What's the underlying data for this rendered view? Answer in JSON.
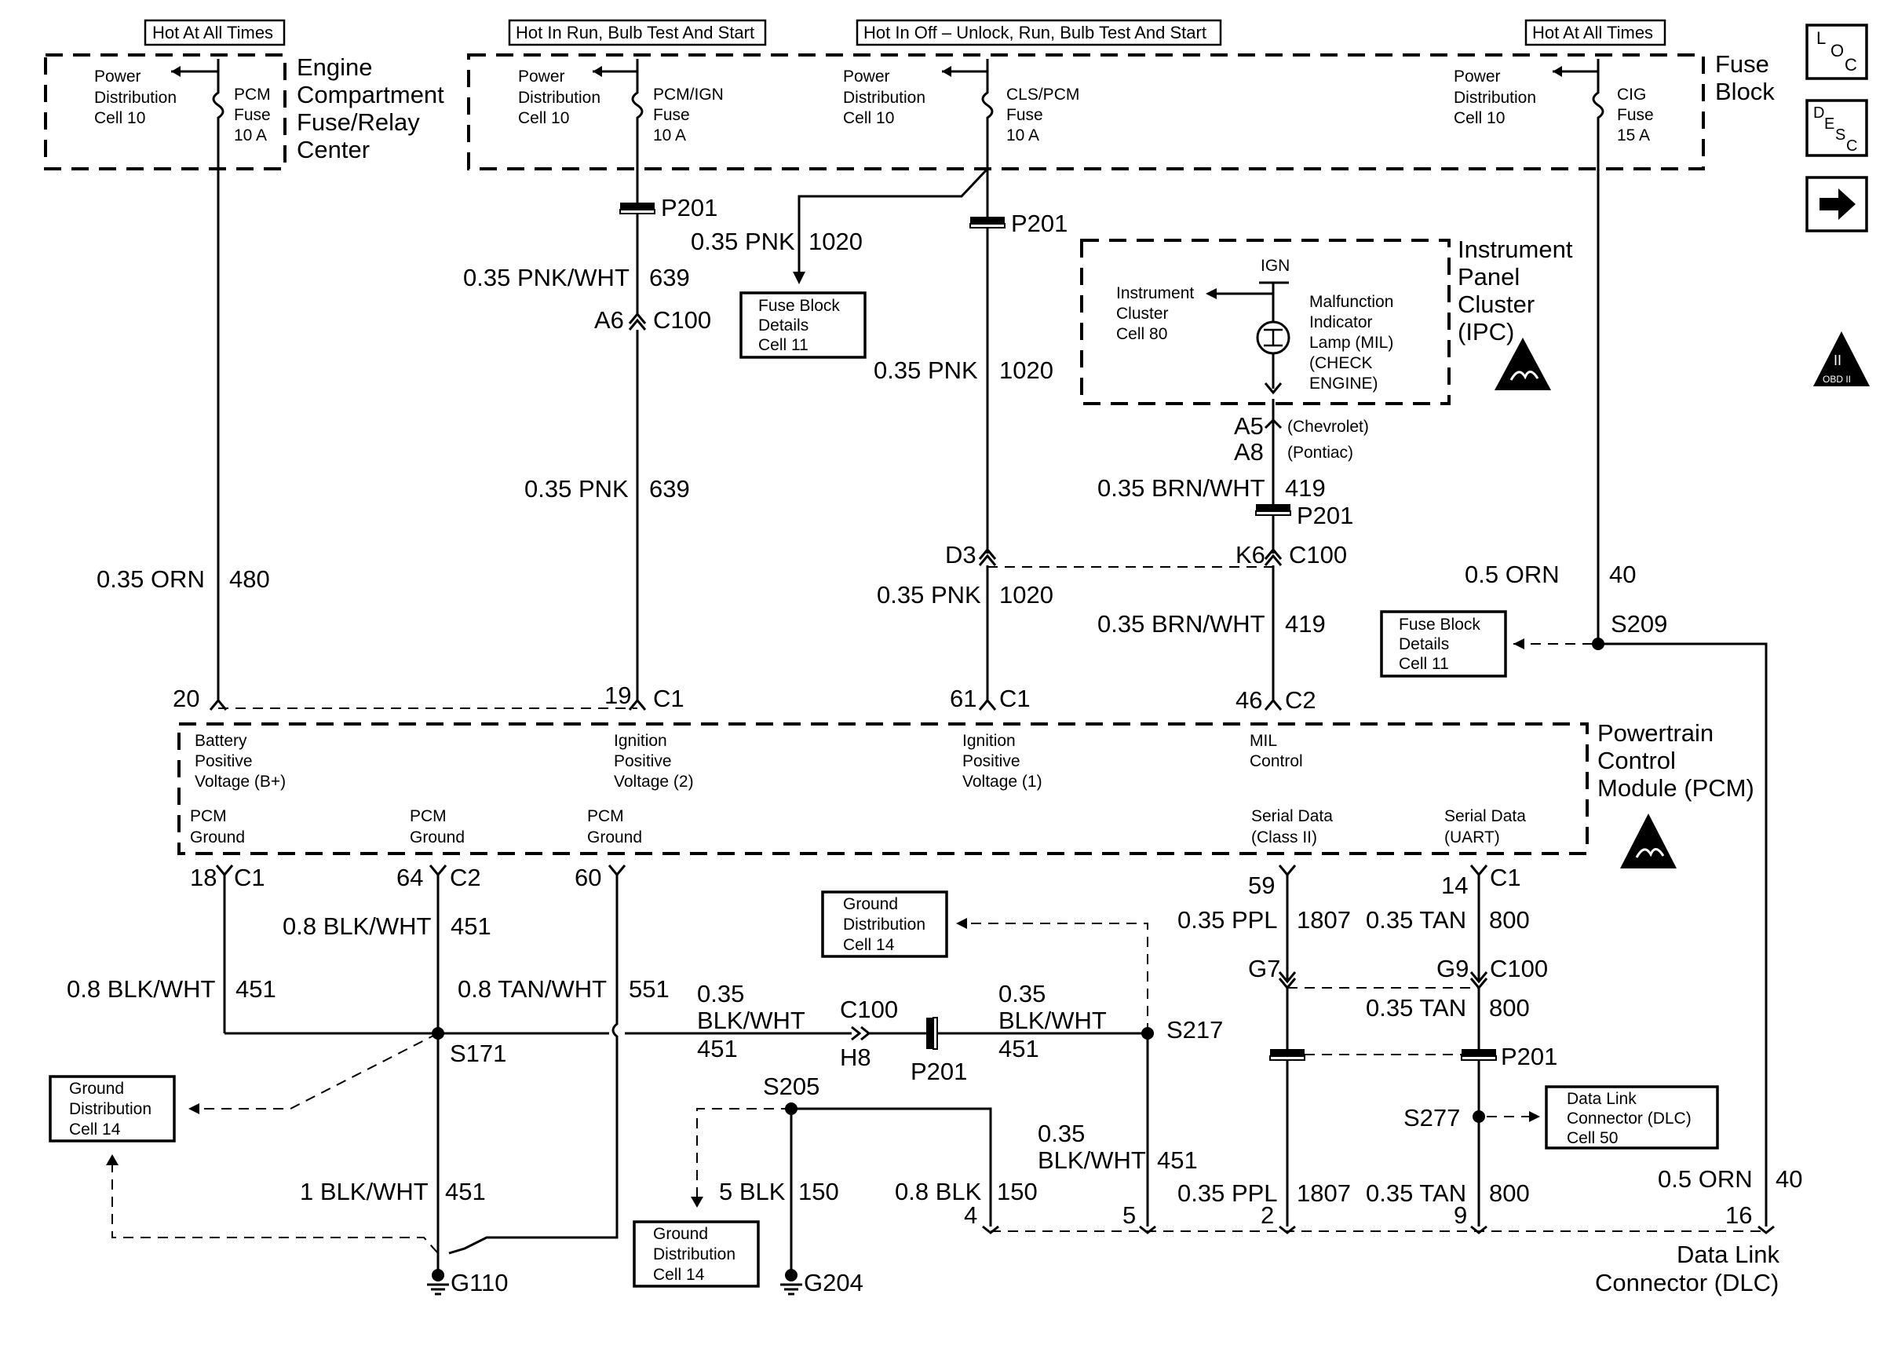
{
  "power_headers": {
    "hot_at_all_times_1": "Hot At All Times",
    "hot_in_run": "Hot In Run, Bulb Test And Start",
    "hot_in_off": "Hot In Off – Unlock, Run, Bulb Test And Start",
    "hot_at_all_times_2": "Hot At All Times"
  },
  "components": {
    "engine_fuse_center": [
      "Engine",
      "Compartment",
      "Fuse/Relay",
      "Center"
    ],
    "fuse_block": [
      "Fuse",
      "Block"
    ],
    "ipc": [
      "Instrument",
      "Panel",
      "Cluster",
      "(IPC)"
    ],
    "pcm": [
      "Powertrain",
      "Control",
      "Module (PCM)"
    ],
    "dlc": [
      "Data Link",
      "Connector (DLC)"
    ]
  },
  "power_dist": [
    "Power",
    "Distribution",
    "Cell 10"
  ],
  "fuses": [
    {
      "name": "PCM",
      "sub": "Fuse",
      "rating": "10 A"
    },
    {
      "name": "PCM/IGN",
      "sub": "Fuse",
      "rating": "10 A"
    },
    {
      "name": "CLS/PCM",
      "sub": "Fuse",
      "rating": "10 A"
    },
    {
      "name": "CIG",
      "sub": "Fuse",
      "rating": "15 A"
    }
  ],
  "ref_boxes": {
    "fuse_block_details": [
      "Fuse Block",
      "Details",
      "Cell 11"
    ],
    "ground_distribution": [
      "Ground",
      "Distribution",
      "Cell 14"
    ],
    "dlc_ref": [
      "Data Link",
      "Connector (DLC)",
      "Cell 50"
    ]
  },
  "ipc_internal": {
    "ign": "IGN",
    "cluster_ref": [
      "Instrument",
      "Cluster",
      "Cell 80"
    ],
    "mil": [
      "Malfunction",
      "Indicator",
      "Lamp (MIL)",
      "(CHECK",
      "ENGINE)"
    ]
  },
  "pins_ipc": {
    "a5": "A5",
    "a5_note": "(Chevrolet)",
    "a8": "A8",
    "a8_note": "(Pontiac)"
  },
  "pcm_inputs": [
    [
      "Battery",
      "Positive",
      "Voltage (B+)"
    ],
    [
      "Ignition",
      "Positive",
      "Voltage (2)"
    ],
    [
      "Ignition",
      "Positive",
      "Voltage (1)"
    ],
    [
      "MIL",
      "Control"
    ]
  ],
  "pcm_outputs": {
    "ground1": [
      "PCM",
      "Ground"
    ],
    "ground2": [
      "PCM",
      "Ground"
    ],
    "ground3": [
      "PCM",
      "Ground"
    ],
    "serial_class2": [
      "Serial Data",
      "(Class II)"
    ],
    "serial_uart": [
      "Serial Data",
      "(UART)"
    ]
  },
  "wires": {
    "orn_480": {
      "color": "0.35 ORN",
      "circuit": "480"
    },
    "pnkwht_639": {
      "color": "0.35 PNK/WHT",
      "circuit": "639"
    },
    "pnk_639": {
      "color": "0.35 PNK",
      "circuit": "639"
    },
    "pnk_1020_a": {
      "color": "0.35 PNK",
      "circuit": "1020"
    },
    "pnk_1020_b": {
      "color": "0.35 PNK",
      "circuit": "1020"
    },
    "pnk_1020_c": {
      "color": "0.35 PNK",
      "circuit": "1020"
    },
    "brn_419_a": {
      "color": "0.35 BRN/WHT",
      "circuit": "419"
    },
    "brn_419_b": {
      "color": "0.35 BRN/WHT",
      "circuit": "419"
    },
    "orn_40_a": {
      "color": "0.5 ORN",
      "circuit": "40"
    },
    "orn_40_b": {
      "color": "0.5 ORN",
      "circuit": "40"
    },
    "blkwht_451_a": {
      "color": "0.8 BLK/WHT",
      "circuit": "451"
    },
    "blkwht_451_b": {
      "color": "0.8 BLK/WHT",
      "circuit": "451"
    },
    "tanwht_551": {
      "color": "0.8 TAN/WHT",
      "circuit": "551"
    },
    "blkwht_451_c": {
      "color1": "0.35",
      "color2": "BLK/WHT",
      "circuit": "451"
    },
    "blkwht_451_d": {
      "color1": "0.35",
      "color2": "BLK/WHT",
      "circuit": "451"
    },
    "blkwht_451_e": {
      "color1": "0.35",
      "color2": "BLK/WHT",
      "circuit": "451"
    },
    "blkwht_451_f": {
      "color": "1 BLK/WHT",
      "circuit": "451"
    },
    "blk_150_a": {
      "color": "5 BLK",
      "circuit": "150"
    },
    "blk_150_b": {
      "color": "0.8 BLK",
      "circuit": "150"
    },
    "ppl_1807_a": {
      "color": "0.35 PPL",
      "circuit": "1807"
    },
    "ppl_1807_b": {
      "color": "0.35 PPL",
      "circuit": "1807"
    },
    "tan_800_a": {
      "color": "0.35 TAN",
      "circuit": "800"
    },
    "tan_800_b": {
      "color": "0.35 TAN",
      "circuit": "800"
    },
    "tan_800_c": {
      "color": "0.35 TAN",
      "circuit": "800"
    }
  },
  "connectors": {
    "p201": "P201",
    "c100": "C100",
    "c1": "C1",
    "c2": "C2",
    "a6": "A6",
    "d3": "D3",
    "k6": "K6",
    "h8": "H8",
    "g7": "G7",
    "g9": "G9"
  },
  "pins": {
    "p20": "20",
    "p19": "19",
    "p61": "61",
    "p46": "46",
    "p18": "18",
    "p64": "64",
    "p60": "60",
    "p59": "59",
    "p14": "14",
    "dlc4": "4",
    "dlc5": "5",
    "dlc2": "2",
    "dlc9": "9",
    "dlc16": "16"
  },
  "splices": {
    "s171": "S171",
    "s205": "S205",
    "s209": "S209",
    "s217": "S217",
    "s277": "S277"
  },
  "grounds": {
    "g110": "G110",
    "g204": "G204"
  },
  "side_icons": {
    "loc": [
      "L",
      "O",
      "C"
    ],
    "desc": [
      "D",
      "E",
      "S",
      "C"
    ],
    "arrow": "right-arrow-icon"
  },
  "obd_badge": [
    "II",
    "OBD II"
  ]
}
